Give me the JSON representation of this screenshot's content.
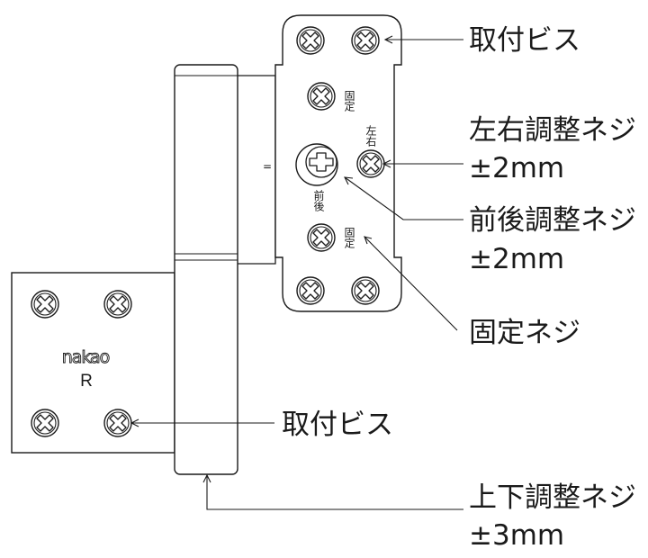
{
  "labels": {
    "mount_screw_top": "取付ビス",
    "lr_adjust_title": "左右調整ネジ",
    "lr_adjust_range": "±2mm",
    "fb_adjust_title": "前後調整ネジ",
    "fb_adjust_range": "±2mm",
    "fixing_screw": "固定ネジ",
    "mount_screw_bottom": "取付ビス",
    "vertical_adjust_title": "上下調整ネジ",
    "vertical_adjust_range": "±3mm"
  },
  "engravings": {
    "fixed_top": "固定",
    "left_right": "左右",
    "front_back": "前後",
    "fixed_bottom": "固定",
    "pin_mark": "="
  },
  "logo": {
    "brand": "nakao",
    "side": "R"
  }
}
